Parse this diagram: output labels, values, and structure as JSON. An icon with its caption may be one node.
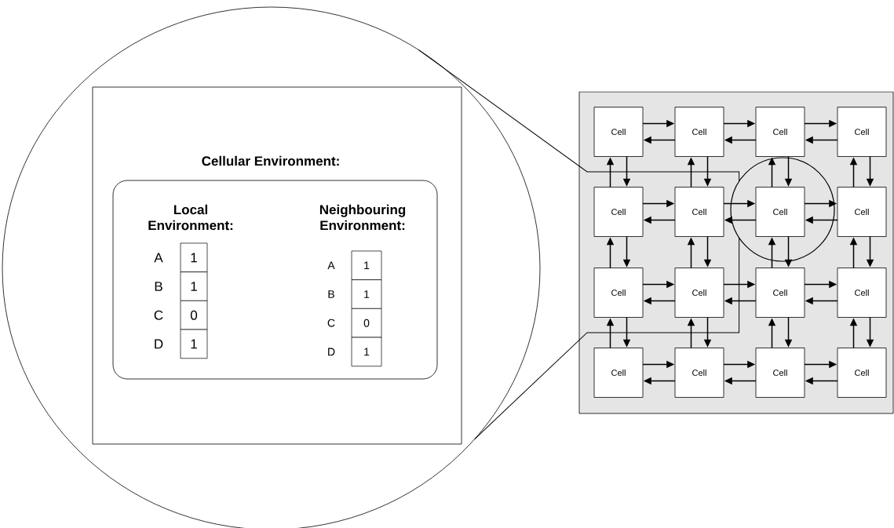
{
  "diagram": {
    "nodes": [
      {
        "text": [],
        "shape": "circle"
      },
      {
        "text": [
          "Cellular Environment:"
        ],
        "in": 0
      },
      {
        "text": [
          "Local Environment:",
          "Neighbouring Environment:"
        ],
        "in": 1
      },
      {
        "text": [
          "1"
        ],
        "beside": [
          "A"
        ],
        "in": 2
      },
      {
        "text": [
          "1"
        ],
        "beside": [
          "B"
        ],
        "in": 2
      },
      {
        "text": [
          "0"
        ],
        "beside": [
          "C"
        ],
        "in": 2
      },
      {
        "text": [
          "1"
        ],
        "beside": [
          "D"
        ],
        "in": 2
      },
      {
        "text": [
          "1"
        ],
        "beside": [
          "A"
        ],
        "in": 2
      },
      {
        "text": [
          "1"
        ],
        "beside": [
          "B"
        ],
        "in": 2
      },
      {
        "text": [
          "0"
        ],
        "beside": [
          "C"
        ],
        "in": 2
      },
      {
        "text": [
          "1"
        ],
        "beside": [
          "D"
        ],
        "in": 2
      },
      {
        "text": [],
        "shape": "box"
      },
      {
        "text": [],
        "shape": "circle",
        "in": 11
      },
      {
        "text": [
          "Cell"
        ],
        "in": 11
      },
      {
        "text": [
          "Cell"
        ],
        "in": 11
      },
      {
        "text": [
          "Cell"
        ],
        "in": 11
      },
      {
        "text": [
          "Cell"
        ],
        "in": 11
      },
      {
        "text": [
          "Cell"
        ],
        "in": 11
      },
      {
        "text": [
          "Cell"
        ],
        "in": 11
      },
      {
        "text": [
          "Cell"
        ],
        "in": 12
      },
      {
        "text": [
          "Cell"
        ],
        "in": 11
      },
      {
        "text": [
          "Cell"
        ],
        "in": 11
      },
      {
        "text": [
          "Cell"
        ],
        "in": 11
      },
      {
        "text": [
          "Cell"
        ],
        "in": 11
      },
      {
        "text": [
          "Cell"
        ],
        "in": 11
      },
      {
        "text": [
          "Cell"
        ],
        "in": 11
      },
      {
        "text": [
          "Cell"
        ],
        "in": 11
      },
      {
        "text": [
          "Cell"
        ],
        "in": 11
      },
      {
        "text": [
          "Cell"
        ],
        "in": 11
      }
    ],
    "edges": [
      {
        "from": 12,
        "to": 0,
        "arrow": "none"
      },
      {
        "from": 12,
        "to": 0,
        "arrow": "none"
      },
      {
        "from": 13,
        "to": 14,
        "arrow": "to"
      },
      {
        "from": 14,
        "to": 13,
        "arrow": "to"
      },
      {
        "from": 14,
        "to": 15,
        "arrow": "to"
      },
      {
        "from": 15,
        "to": 14,
        "arrow": "to"
      },
      {
        "from": 15,
        "to": 16,
        "arrow": "to"
      },
      {
        "from": 16,
        "to": 15,
        "arrow": "to"
      },
      {
        "from": 17,
        "to": 13,
        "arrow": "to"
      },
      {
        "from": 13,
        "to": 17,
        "arrow": "to"
      },
      {
        "from": 18,
        "to": 14,
        "arrow": "to"
      },
      {
        "from": 14,
        "to": 18,
        "arrow": "to"
      },
      {
        "from": 19,
        "to": 15,
        "arrow": "to"
      },
      {
        "from": 15,
        "to": 19,
        "arrow": "to"
      },
      {
        "from": 20,
        "to": 16,
        "arrow": "to"
      },
      {
        "from": 16,
        "to": 20,
        "arrow": "to"
      },
      {
        "from": 17,
        "to": 18,
        "arrow": "to"
      },
      {
        "from": 18,
        "to": 17,
        "arrow": "to"
      },
      {
        "from": 18,
        "to": 19,
        "arrow": "to"
      },
      {
        "from": 19,
        "to": 18,
        "arrow": "to"
      },
      {
        "from": 19,
        "to": 20,
        "arrow": "to"
      },
      {
        "from": 20,
        "to": 19,
        "arrow": "to"
      },
      {
        "from": 21,
        "to": 17,
        "arrow": "to"
      },
      {
        "from": 17,
        "to": 21,
        "arrow": "to"
      },
      {
        "from": 22,
        "to": 18,
        "arrow": "to"
      },
      {
        "from": 18,
        "to": 22,
        "arrow": "to"
      },
      {
        "from": 23,
        "to": 19,
        "arrow": "to"
      },
      {
        "from": 19,
        "to": 23,
        "arrow": "to"
      },
      {
        "from": 24,
        "to": 20,
        "arrow": "to"
      },
      {
        "from": 20,
        "to": 24,
        "arrow": "to"
      },
      {
        "from": 21,
        "to": 22,
        "arrow": "to"
      },
      {
        "from": 22,
        "to": 21,
        "arrow": "to"
      },
      {
        "from": 22,
        "to": 23,
        "arrow": "to"
      },
      {
        "from": 23,
        "to": 22,
        "arrow": "to"
      },
      {
        "from": 23,
        "to": 24,
        "arrow": "to"
      },
      {
        "from": 24,
        "to": 23,
        "arrow": "to"
      },
      {
        "from": 25,
        "to": 21,
        "arrow": "to"
      },
      {
        "from": 21,
        "to": 25,
        "arrow": "to"
      },
      {
        "from": 26,
        "to": 22,
        "arrow": "to"
      },
      {
        "from": 22,
        "to": 26,
        "arrow": "to"
      },
      {
        "from": 27,
        "to": 23,
        "arrow": "to"
      },
      {
        "from": 23,
        "to": 27,
        "arrow": "to"
      },
      {
        "from": 28,
        "to": 24,
        "arrow": "to"
      },
      {
        "from": 24,
        "to": 28,
        "arrow": "to"
      },
      {
        "from": 25,
        "to": 26,
        "arrow": "to"
      },
      {
        "from": 26,
        "to": 25,
        "arrow": "to"
      },
      {
        "from": 26,
        "to": 27,
        "arrow": "to"
      },
      {
        "from": 27,
        "to": 26,
        "arrow": "to"
      },
      {
        "from": 27,
        "to": 28,
        "arrow": "to"
      },
      {
        "from": 28,
        "to": 27,
        "arrow": "to"
      }
    ]
  }
}
